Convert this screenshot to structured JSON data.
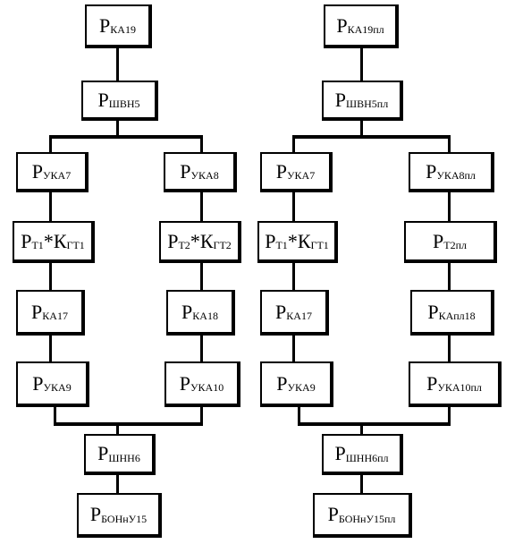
{
  "left_column": {
    "top": {
      "main": "P",
      "sub": "КА19"
    },
    "shvn": {
      "main": "P",
      "sub": "ШВН5"
    },
    "a1": {
      "main": "P",
      "sub": "УКА7"
    },
    "a2": {
      "main1": "P",
      "sub1": "Т1",
      "mid": "*К",
      "sub2": "ГТ1"
    },
    "a3": {
      "main": "P",
      "sub": "КА17"
    },
    "a4": {
      "main": "P",
      "sub": "УКА9"
    },
    "b1": {
      "main": "P",
      "sub": "УКА8"
    },
    "b2": {
      "main1": "P",
      "sub1": "Т2",
      "mid": "*К",
      "sub2": "ГТ2"
    },
    "b3": {
      "main": "P",
      "sub": "КА18"
    },
    "b4": {
      "main": "P",
      "sub": "УКА10"
    },
    "shnn": {
      "main": "P",
      "sub": "ШНН6"
    },
    "bottom": {
      "main": "P",
      "sub": "БОНнУ15"
    }
  },
  "right_column": {
    "top": {
      "main": "P",
      "sub": "КА19пл"
    },
    "shvn": {
      "main": "P",
      "sub": "ШВН5пл"
    },
    "a1": {
      "main": "P",
      "sub": "УКА7"
    },
    "a2": {
      "main1": "P",
      "sub1": "Т1",
      "mid": "*К",
      "sub2": "ГТ1"
    },
    "a3": {
      "main": "P",
      "sub": "КА17"
    },
    "a4": {
      "main": "P",
      "sub": "УКА9"
    },
    "b1": {
      "main": "P",
      "sub": "УКА8пл"
    },
    "b2": {
      "main": "P",
      "sub": "Т2пл"
    },
    "b3": {
      "main": "P",
      "sub": "КАпл18"
    },
    "b4": {
      "main": "P",
      "sub": "УКА10пл"
    },
    "shnn": {
      "main": "P",
      "sub": "ШНН6пл"
    },
    "bottom": {
      "main": "P",
      "sub": "БОНнУ15пл"
    }
  }
}
